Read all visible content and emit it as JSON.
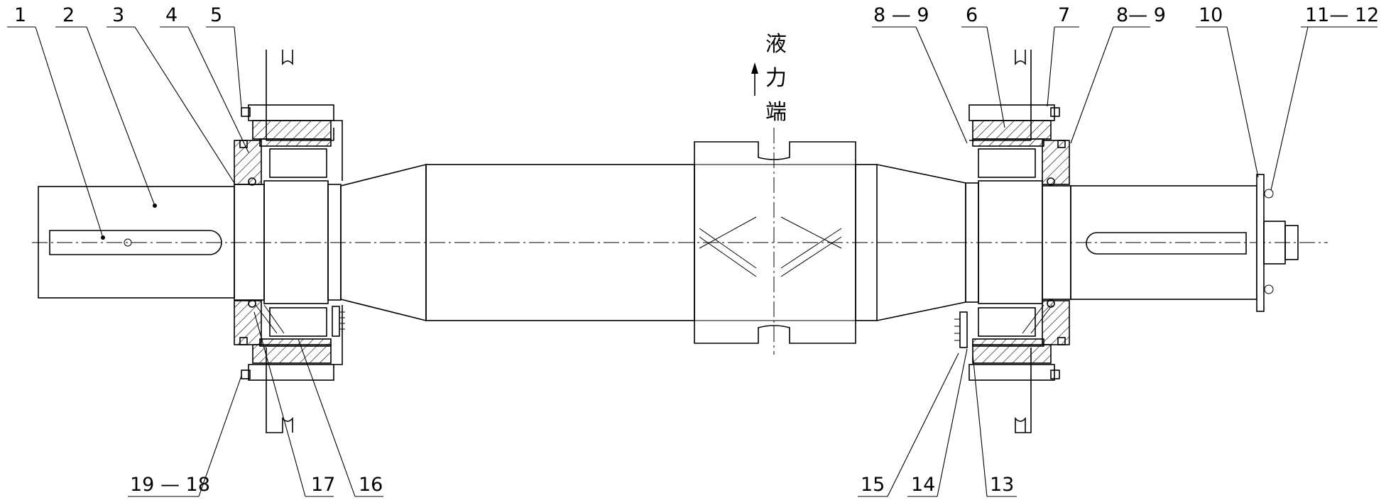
{
  "title_text": {
    "chars": [
      "液",
      "力",
      "端"
    ]
  },
  "callouts": [
    {
      "id": "c1",
      "label": "1"
    },
    {
      "id": "c2",
      "label": "2"
    },
    {
      "id": "c3",
      "label": "3"
    },
    {
      "id": "c4",
      "label": "4"
    },
    {
      "id": "c5",
      "label": "5"
    },
    {
      "id": "c89a",
      "label": "8 — 9"
    },
    {
      "id": "c6",
      "label": "6"
    },
    {
      "id": "c7",
      "label": "7"
    },
    {
      "id": "c89b",
      "label": "8— 9"
    },
    {
      "id": "c10",
      "label": "10"
    },
    {
      "id": "c1112",
      "label": "11— 12"
    },
    {
      "id": "c1918",
      "label": "19 — 18"
    },
    {
      "id": "c17",
      "label": "17"
    },
    {
      "id": "c16",
      "label": "16"
    },
    {
      "id": "c15",
      "label": "15"
    },
    {
      "id": "c14",
      "label": "14"
    },
    {
      "id": "c13",
      "label": "13"
    }
  ]
}
